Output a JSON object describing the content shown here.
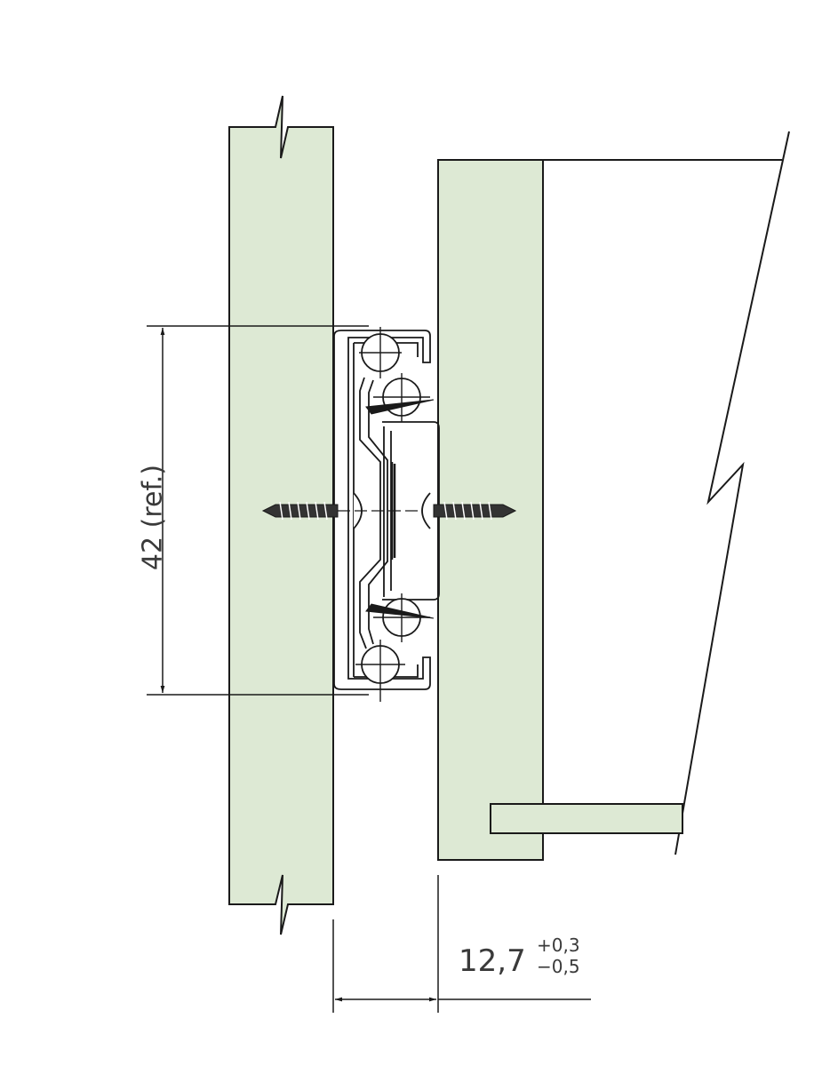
{
  "dimensions": {
    "height_label": "42 (ref.)",
    "gap_value": "12,7",
    "gap_tolerance_plus": "+0,3",
    "gap_tolerance_minus": "−0,5"
  },
  "colors": {
    "panel_fill": "#dde9d4",
    "line": "#1a1a1a",
    "text": "#3a3a3a"
  }
}
